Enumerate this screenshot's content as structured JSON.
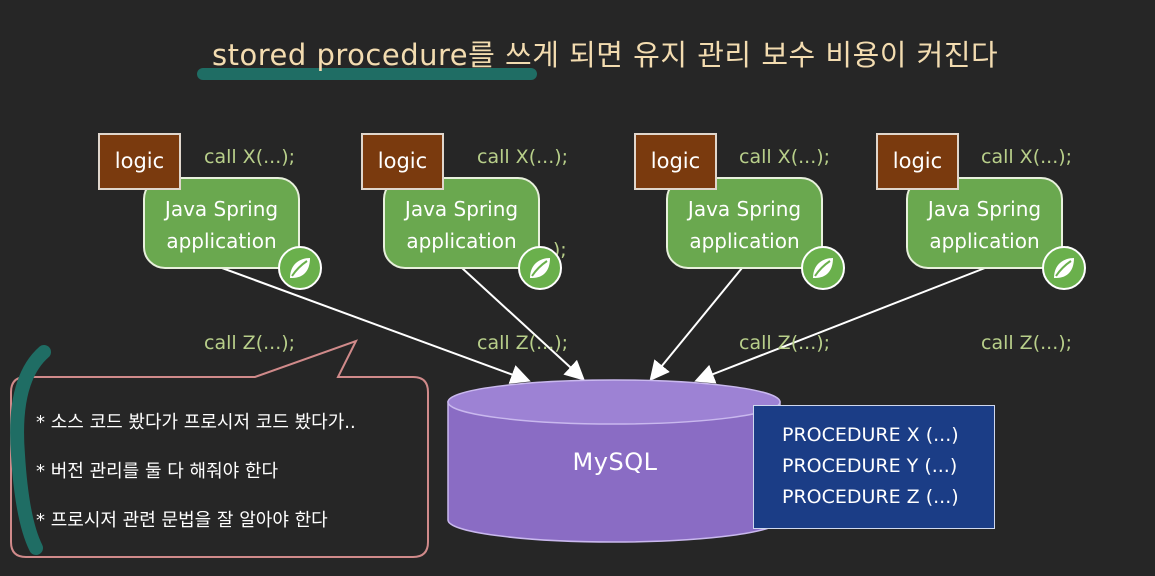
{
  "title": "stored procedure를 쓰게 되면 유지 관리 보수 비용이 커진다",
  "call_lines": [
    "call X(...);",
    "call Y(...);",
    "call Z(...);"
  ],
  "logic_label": "logic",
  "app_label_line1": "Java Spring",
  "app_label_line2": "application",
  "database_label": "MySQL",
  "procedures": [
    "PROCEDURE X (...)",
    "PROCEDURE Y (...)",
    "PROCEDURE Z (...)"
  ],
  "notes": [
    "* 소스 코드 봤다가 프로시저 코드 봤다가..",
    "* 버전 관리를 둘 다 해줘야 한다",
    "* 프로시저 관련 문법을 잘 알아야 한다"
  ],
  "colors": {
    "background": "#262626",
    "title": "#f3dcb0",
    "underline": "#1f6d64",
    "app_box": "#6aa84f",
    "logic_box": "#7a3a0e",
    "database": "#8a6cc4",
    "procedure_box": "#1b3d86",
    "call_text": "#b8cf8a",
    "notes_border": "#d08a8a",
    "notes_bracket": "#1f6d64"
  },
  "icons": {
    "spring": "spring-leaf-icon"
  }
}
